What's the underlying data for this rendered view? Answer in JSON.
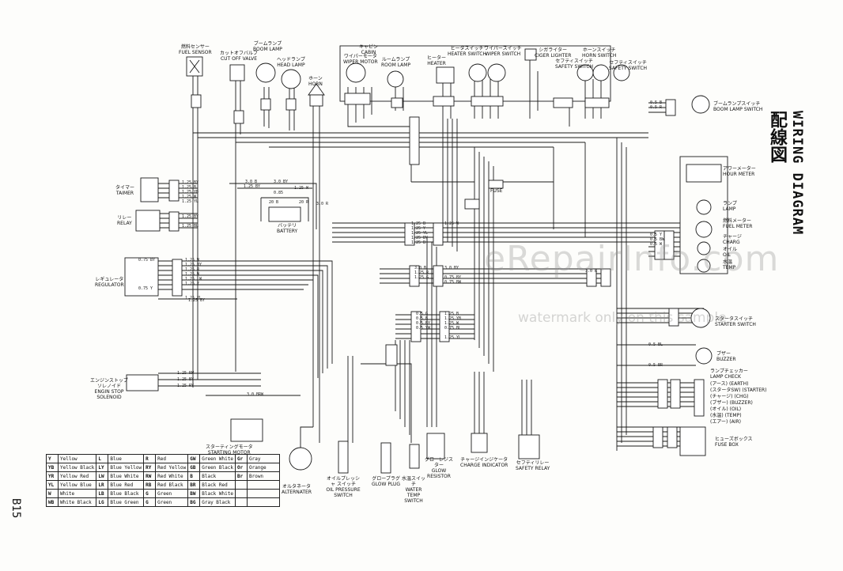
{
  "title_jp": "配線図",
  "title_en": "WIRING DIAGRAM",
  "page_number": "B15",
  "watermark": {
    "main": "eRepairInfo.com",
    "sub": "watermark only on this sample"
  },
  "components": [
    {
      "jp": "燃料センサー",
      "en": "FUEL SENSOR"
    },
    {
      "jp": "カットオフバルブ",
      "en": "CUT OFF VALVE"
    },
    {
      "jp": "ブームランプ",
      "en": "BOOM LAMP"
    },
    {
      "jp": "ヘッドランプ",
      "en": "HEAD LAMP"
    },
    {
      "jp": "ホーン",
      "en": "HORN"
    },
    {
      "jp": "キャビン",
      "en": "CABIN"
    },
    {
      "jp": "ワイパーモータ",
      "en": "WIPER MOTOR"
    },
    {
      "jp": "ルームランプ",
      "en": "ROOM LAMP"
    },
    {
      "jp": "ヒーター",
      "en": "HEATER"
    },
    {
      "jp": "ヒータスイッチ",
      "en": "HEATER SWITCH"
    },
    {
      "jp": "ワイパースイッチ",
      "en": "WIPER SWITCH"
    },
    {
      "jp": "シガライター",
      "en": "CIGER LIGHTER"
    },
    {
      "jp": "セフティスイッチ",
      "en": "SAFETY SWITCH"
    },
    {
      "jp": "ホーンスイッチ",
      "en": "HORN SWITCH"
    },
    {
      "jp": "セフティスイッチ",
      "en": "SAFETY SWITCH"
    },
    {
      "jp": "ブームランプスイッチ",
      "en": "BOOM LAMP SWITCH"
    },
    {
      "jp": "アワーメーター",
      "en": "HOUR METER"
    },
    {
      "jp": "ランプ",
      "en": "LAMP"
    },
    {
      "jp": "燃料メーター",
      "en": "FUEL METER"
    },
    {
      "jp": "チャージ",
      "en": "CHARG"
    },
    {
      "jp": "オイル",
      "en": "OIL"
    },
    {
      "jp": "水温",
      "en": "TEMP"
    },
    {
      "jp": "スタータスイッチ",
      "en": "STARTER SWITCH"
    },
    {
      "jp": "ブザー",
      "en": "BUZZER"
    },
    {
      "jp": "ランプチェッカー",
      "en": "LAMP CHECK"
    },
    {
      "jp": "ヒューズボックス",
      "en": "FUSE BOX"
    },
    {
      "jp": "タイマー",
      "en": "TAIMER"
    },
    {
      "jp": "リレー",
      "en": "RELAY"
    },
    {
      "jp": "バッテリ",
      "en": "BATTERY"
    },
    {
      "jp": "レギュレータ",
      "en": "REGULATOR"
    },
    {
      "jp": "エンジンストップ ソレノイド",
      "en": "ENGIN STOP SOLENOID"
    },
    {
      "jp": "スターティングモータ",
      "en": "STARTING MOTOR"
    },
    {
      "jp": "オルタネータ",
      "en": "ALTERNATER"
    },
    {
      "jp": "オイルプレッシャ スイッチ",
      "en": "OIL PRESSURE SWITCH"
    },
    {
      "jp": "グロープラグ",
      "en": "GLOW PLUG"
    },
    {
      "jp": "水温スイッチ",
      "en": "WATER TEMP SWITCH"
    },
    {
      "jp": "グローレジスター",
      "en": "GLOW RESISTOR"
    },
    {
      "jp": "チャージインジケータ",
      "en": "CHARGE INDICATOR"
    },
    {
      "jp": "セフティリレー",
      "en": "SAFETY RELAY"
    },
    {
      "jp": "",
      "en": "FUSE"
    }
  ],
  "lamp_check_items": [
    {
      "jp": "(アース)",
      "en": "(EARTH)"
    },
    {
      "jp": "(スタータSW)",
      "en": "(STARTER)"
    },
    {
      "jp": "(チャージ)",
      "en": "(CHG)"
    },
    {
      "jp": "(ブザー)",
      "en": "(BUZZER)"
    },
    {
      "jp": "(オイル)",
      "en": "(OIL)"
    },
    {
      "jp": "(水温)",
      "en": "(TEMP)"
    },
    {
      "jp": "(エアー)",
      "en": "(AIR)"
    }
  ],
  "wire_labels": [
    "1.25 BY",
    "1.25 B",
    "1.25 YB",
    "1.25 W",
    "1.25 YL",
    "3.0 B",
    "3.0 BY",
    "1.25 BY",
    "0.85",
    "1.25 W",
    "20 B",
    "20 R",
    "3.0 R",
    "0.75 BY",
    "1.25 W",
    "1.25 BY",
    "1.25 R",
    "1.25 W",
    "1.25 LW",
    "1.25 Y",
    "0.75 Y",
    "1.25 YL",
    "1.25 BY",
    "1.25 BL",
    "3.0 BRW",
    "1.25 RW",
    "1.25 BY",
    "1.25 RY",
    "1.25 B",
    "1.25 Y",
    "1.25 YL",
    "1.25 BY",
    "1.25 B",
    "1.25 W",
    "3.0 B",
    "1.25 R",
    "1.25 G",
    "3.0 BY",
    "0.75 BY",
    "0.75 BW",
    "0.5 G",
    "0.5 B",
    "0.5 BY",
    "0.5 YW",
    "1.25 B",
    "1.25 YB",
    "1.25 W",
    "0.75 BL",
    "1.25 YL",
    "0.5 B",
    "0.5 R",
    "0.5 Y",
    "0.5 BW",
    "0.5 W",
    "3.0 R",
    "0.5 BL",
    "0.5 BR",
    "1.25 BY"
  ],
  "legend": [
    [
      {
        "code": "Y",
        "name": "Yellow"
      },
      {
        "code": "L",
        "name": "Blue"
      },
      {
        "code": "R",
        "name": "Red"
      },
      {
        "code": "GW",
        "name": "Green White"
      },
      {
        "code": "Gr",
        "name": "Gray"
      }
    ],
    [
      {
        "code": "YB",
        "name": "Yellow Black"
      },
      {
        "code": "LY",
        "name": "Blue Yellow"
      },
      {
        "code": "RY",
        "name": "Red Yellow"
      },
      {
        "code": "GB",
        "name": "Green Black"
      },
      {
        "code": "Or",
        "name": "Orange"
      }
    ],
    [
      {
        "code": "YR",
        "name": "Yellow Red"
      },
      {
        "code": "LW",
        "name": "Blue White"
      },
      {
        "code": "RW",
        "name": "Red White"
      },
      {
        "code": "B",
        "name": "Black"
      },
      {
        "code": "Br",
        "name": "Brown"
      }
    ],
    [
      {
        "code": "YL",
        "name": "Yellow Blue"
      },
      {
        "code": "LR",
        "name": "Blue Red"
      },
      {
        "code": "RB",
        "name": "Red Black"
      },
      {
        "code": "BR",
        "name": "Black Red"
      },
      {
        "code": "",
        "name": ""
      }
    ],
    [
      {
        "code": "W",
        "name": "White"
      },
      {
        "code": "LB",
        "name": "Blue Black"
      },
      {
        "code": "G",
        "name": "Green"
      },
      {
        "code": "BW",
        "name": "Black White"
      },
      {
        "code": "",
        "name": ""
      }
    ],
    [
      {
        "code": "WB",
        "name": "White Black"
      },
      {
        "code": "LG",
        "name": "Blue Green"
      },
      {
        "code": "G",
        "name": "Green"
      },
      {
        "code": "BG",
        "name": "Gray Black"
      },
      {
        "code": "",
        "name": ""
      }
    ]
  ]
}
